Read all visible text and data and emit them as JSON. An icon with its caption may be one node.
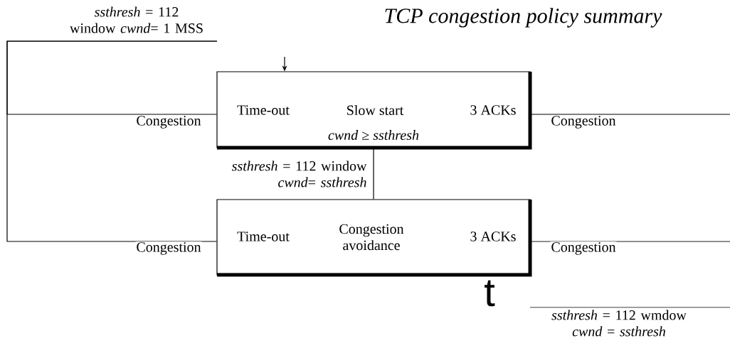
{
  "diagram": {
    "title": "TCP congestion policy summary",
    "nodes": [
      {
        "text": [
          "Time-out",
          "Slow start",
          "3 ACKs",
          "*cwnd* ≥ *ssthresh*"
        ]
      },
      {
        "text": [
          "Time-out",
          "Congestion avoidance",
          "3 ACKs"
        ]
      }
    ],
    "edges": [
      {
        "from": null,
        "to": 0,
        "arrow": "to"
      },
      {
        "from": 0,
        "to": null,
        "arrow": "none",
        "label": "Congestion"
      },
      {
        "from": 1,
        "to": null,
        "arrow": "none",
        "label": "Congestion"
      },
      {
        "from": 0,
        "to": 1,
        "arrow": "none",
        "label": "*ssthresh* = 112 window *cwnd*= *ssthresh*"
      },
      {
        "from": 0,
        "to": null,
        "arrow": "none",
        "label": "Congestion"
      },
      {
        "from": 1,
        "to": null,
        "arrow": "none",
        "label": "Congestion"
      }
    ],
    "labels": [
      "*ssthresh* = 112 window *cwnd*= 1 MSS",
      "t",
      "*ssthresh* = 112 wmdow *cwnd* = *ssthresh*"
    ]
  }
}
